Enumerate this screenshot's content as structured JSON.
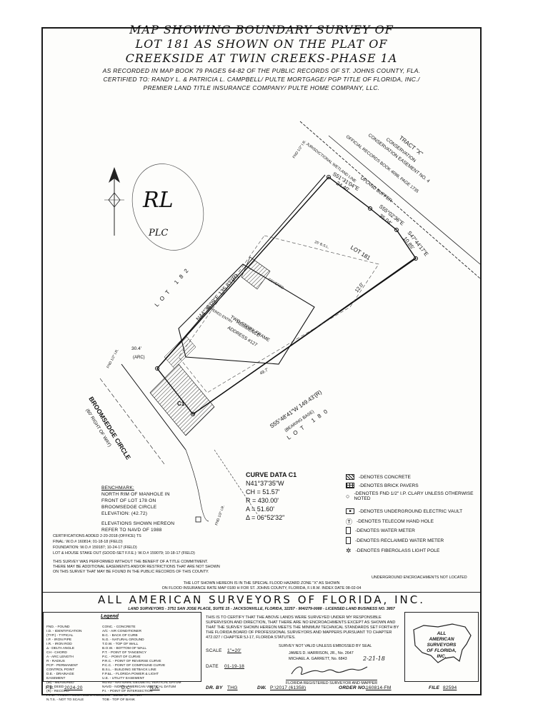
{
  "title": {
    "line1": "MAP SHOWING BOUNDARY SURVEY OF",
    "line2": "LOT 181 AS SHOWN ON THE PLAT OF",
    "line3": "CREEKSIDE AT TWIN CREEKS-PHASE 1A",
    "recorded": "AS RECORDED IN MAP BOOK 79 PAGES 64-82 OF THE PUBLIC RECORDS OF ST. JOHNS COUNTY, FLA.",
    "certified1": "CERTIFIED TO: RANDY L. & PATRICIA L. CAMPBELL/ PULTE MORTGAGE/ PGP TITLE OF FLORIDA, INC./",
    "certified2": "PREMIER LAND TITLE INSURANCE COMPANY/ PULTE HOME COMPANY, LLC."
  },
  "plan": {
    "tract": "TRACT \"X\"",
    "conservation": "CONSERVATION",
    "easement": "CONSERVATION EASEMENT NO. 4",
    "records": "OFFICIAL RECORDS BOOK 4098, PAGE 1735",
    "wetland": "JURISDICTIONAL WETLAND LINE",
    "upland": "UPLAND BUFFER",
    "lot181": "LOT 181",
    "lot182": "LOT 182",
    "lot180": "LOT 180",
    "bearing_n44": "N44°36'09\"E  135.83'(R)",
    "bearing_s55_48": "S55°48'41\"W  149.43'(R)",
    "bearing_basis": "(BEARING BASE)",
    "bearing_s51": "S51°31'04\"E",
    "dist_s51": "24.40'",
    "bearing_s55_02": "S55°02'36\"E",
    "dist_s55": "35.04'",
    "bearing_s47": "S47°44'17\"E",
    "dist_s47": "10.85'",
    "residence1": "TWO STORY FRAME",
    "residence2": "RESIDENCE",
    "address": "ADDRESS #127",
    "covered": "COVERED",
    "covered_entry": "COVERED ENTRY",
    "bsl": "25' B.S.L.",
    "street": "BROOMSEDGE CIRCLE",
    "row": "(60' RIGHT OF WAY)",
    "dim1": "12.0'",
    "dim2": "30.4'",
    "dim3": "49.7'",
    "fnd": "FND 1/2\" I.R.",
    "arc": "(ARC)",
    "c1": "C1"
  },
  "handwritten": {
    "initials": "RL",
    "initials2": "PLC"
  },
  "benchmark": {
    "heading": "BENCHMARK:",
    "line1": "NORTH RIM OF MANHOLE IN",
    "line2": "FRONT OF LOT 178 ON",
    "line3": "BROOMSEDGE CIRCLE",
    "line4": "ELEVATION: (42.72)"
  },
  "elevations": {
    "line1": "ELEVATIONS SHOWN HEREON",
    "line2": "REFER TO NAVD OF 1988"
  },
  "curve": {
    "heading": "CURVE DATA C1",
    "chord_bearing": "N41°37'35\"W",
    "ch": "CH = 51.57'",
    "r": "R = 430.00'",
    "a": "A = 51.60'",
    "delta": "Δ = 06°52'32\""
  },
  "legend_right": [
    {
      "label": "-DENOTES CONCRETE",
      "sym": "hatch"
    },
    {
      "label": "-DENOTES BRICK PAVERS",
      "sym": "brick"
    },
    {
      "label": "-DENOTES FND 1/2\" I.P. CLARY UNLESS OTHERWISE NOTED",
      "sym": "circle"
    },
    {
      "label": "-DENOTES UNDERGROUND ELECTRIC VAULT",
      "sym": "box"
    },
    {
      "label": "-DENOTES TELECOM HAND HOLE",
      "sym": "circle-t"
    },
    {
      "label": "-DENOTES WATER METER",
      "sym": "rect"
    },
    {
      "label": "-DENOTES RECLAIMED WATER METER",
      "sym": "rect"
    },
    {
      "label": "-DENOTES FIBERGLASS LIGHT POLE",
      "sym": "star"
    }
  ],
  "certifications": {
    "line1": "CERTIFICATIONS ADDED 2-20-2018 (OFFICE) TS",
    "line2": "FINAL: W.O.# 160814; 01-18-18 (FIELD)",
    "line3": "FOUNDATION: W.O.# 159187; 10-24-17 (FIELD)",
    "line4": "LOT & HOUSE STAKE OUT (GOOD-SET F.F.E.): W.O.# 159079; 10-18-17 (FIELD)"
  },
  "notes": {
    "line1": "THIS SURVEY WAS PERFORMED WITHOUT THE BENEFIT OF A TITLE COMMITMENT.",
    "line2": "THERE MAY BE ADDITIONAL EASEMENTS AND/OR RESTRICTIONS THAT ARE NOT SHOWN",
    "line3": "ON THIS SURVEY THAT MAY BE FOUND IN THE PUBLIC RECORDS OF THIS COUNTY.",
    "underground": "UNDERGROUND ENCROACHMENTS NOT LOCATED",
    "flood1": "THE LOT SHOWN HEREON IS IN THE SPECIAL FLOOD HAZARD ZONE \"X\" AS SHOWN",
    "flood2": "ON FLOOD INSURANCE RATE MAP 0180 H FOR ST. JOHNS COUNTY, FLORIDA, F.I.R.M. INDEX DATE 08-02-04"
  },
  "company": {
    "name": "ALL AMERICAN SURVEYORS OF FLORIDA, INC.",
    "address": "LAND SURVEYORS - 3751 SAN JOSE PLACE, SUITE 15 - JACKSONVILLE, FLORIDA, 32257 - 904/279-0088 - LICENSED LAND BUSINESS NO. 3857",
    "logo1": "ALL",
    "logo2": "AMERICAN",
    "logo3": "SURVEYORS",
    "logo4": "OF FLORIDA,",
    "logo5": "INC."
  },
  "abbreviations": {
    "heading": "Legend",
    "col1": [
      "FND. - FOUND",
      "I.D. - IDENTIFICATION",
      "(TYP.) - TYPICAL",
      "I.P. - IRON PIPE",
      "I.R. - IRON ROD",
      "Δ - DELTA ANGLE",
      "CH - CHORD",
      "A - ARC LENGTH",
      "R - RADIUS",
      "PCP - PERMANENT",
      "CONTROL POINT",
      "D.E. - DRAINAGE",
      "EASEMENT",
      "(M) - MEASURED",
      "(D) - DEED",
      "(R) - RECORD",
      "F.F.E. - FINISH FLOOR ELEVATION",
      "N.T.S. - NOT TO SCALE"
    ],
    "col2": [
      "CONC. - CONCRETE",
      "A/C - AIR CONDITIONER",
      "B.C. - BACK OF CURB",
      "N.G. - NATURAL GROUND",
      "T.O.W. - TOP OF WALL",
      "B.O.W. - BOTTOM OF WALL",
      "P.T. - POINT OF TANGENCY",
      "P.C. - POINT OF CURVE",
      "P.R.C. - POINT OF REVERSE CURVE",
      "P.C.C. - POINT OF COMPOUND CURVE",
      "B.S.L. - BUILDING SETBACK LINE",
      "F.P.&L. - FLORIDA POWER & LIGHT",
      "U.E. - UTILITY EASEMENT",
      "NGVD - NATIONAL GEODETIC VERTICAL DATUM",
      "NAVD - NORTH AMERICAN VERTICAL DATUM",
      "P.I. - POINT OF INTERSECTION",
      "EOW - EDGE OF WATER",
      "TOB - TOP OF BANK"
    ]
  },
  "certification": {
    "text": "THIS IS TO CERTIFY THAT THE ABOVE LANDS WERE SURVEYED UNDER MY RESPONSIBLE SUPERVISION AND DIRECTION, THAT THERE ARE NO ENCROACHMENTS EXCEPT AS SHOWN AND THAT THE SURVEY SHOWN HEREON MEETS THE MINIMUM TECHNICAL STANDARDS SET FORTH BY THE FLORIDA BOARD OF PROFESSIONAL SURVEYORS AND MAPPERS PURSUANT TO CHAPTER 472.027 / CHAPTER 5J-17, FLORIDA STATUTES.",
    "seal": "SURVEY NOT VALID UNLESS EMBOSSED BY SEAL",
    "surveyor1": "JAMES D. HARRISON, JR., No. 2647",
    "surveyor2": "MICHAEL A. GARRETT, No. 6843",
    "sign_date": "2-21-18",
    "registered": "FLORIDA REGISTERED SURVEYOR AND MAPPER"
  },
  "scale": {
    "label": "SCALE",
    "value": "1\"=20'",
    "date_label": "DATE",
    "date_value": "01-19-18"
  },
  "footer": {
    "fb_label": "F.B.",
    "fb_value": "2024-20",
    "dc_label": "D.C.",
    "na_value": "N.A.",
    "dr_label": "DR. BY",
    "dr_value": "THG",
    "dwg_label": "DW.",
    "dwg_value": "P:\\2017 (61358)",
    "order_label": "ORDER NO.",
    "order_value": "160814-FM",
    "file_label": "FILE",
    "file_value": "82594"
  }
}
